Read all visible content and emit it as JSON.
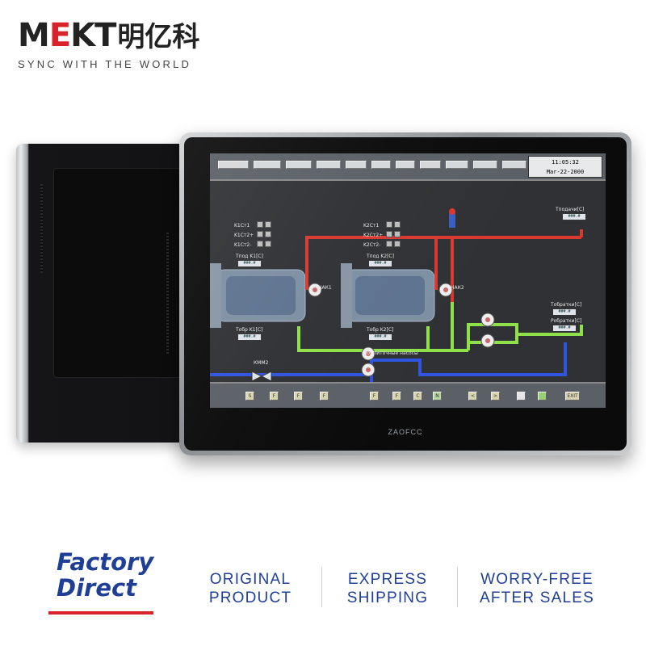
{
  "brand": {
    "logo_m": "M",
    "logo_e": "E",
    "logo_kt": "KT",
    "logo_cn": "明亿科",
    "slogan": "SYNC WITH THE WORLD"
  },
  "monitor": {
    "bezel_brand": "ZAOFCC",
    "clock_time": "11:05:32",
    "clock_date": "Mar-22-2000"
  },
  "scada": {
    "k1_labels": [
      "K1Ст1",
      "K1Ст2+",
      "K1Ст2-"
    ],
    "k2_labels": [
      "K2Ст1",
      "K2Ст2+",
      "K2Ст2-"
    ],
    "tpod_k1": "Тпод K1[C]",
    "tpod_k2": "Тпод K2[C]",
    "tobr_k1": "Тобр K1[C]",
    "tobr_k2": "Тобр K2[C]",
    "tpodachi": "Тподачи[C]",
    "tobratki": "Тобратки[C]",
    "robratki": "Робратки[C]",
    "nak1": "НАК1",
    "nak2": "НАК2",
    "kmm2": "КММ2",
    "pumps": "Подпиточные насосы",
    "value_placeholder": "###.#",
    "func_keys": [
      "S",
      "F",
      "F",
      "F",
      "F",
      "F",
      "C",
      "N",
      "<",
      ">",
      "",
      "",
      "EXIT"
    ]
  },
  "features": {
    "factory_direct_line1": "Factory",
    "factory_direct_line2": "Direct",
    "items": [
      {
        "line1": "ORIGINAL",
        "line2": "PRODUCT"
      },
      {
        "line1": "EXPRESS",
        "line2": "SHIPPING"
      },
      {
        "line1": "WORRY-FREE",
        "line2": "AFTER SALES"
      }
    ]
  },
  "colors": {
    "brand_red": "#d8232a",
    "brand_blue": "#1e3f95",
    "pipe_red": "#d9382f",
    "pipe_green": "#8fe04a",
    "pipe_blue": "#2f55e0"
  }
}
